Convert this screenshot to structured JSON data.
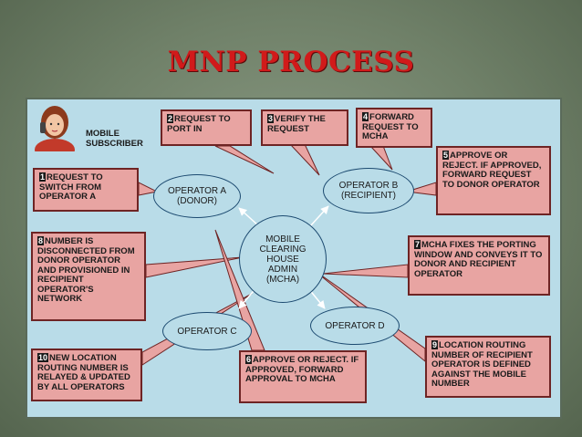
{
  "title": "MNP PROCESS",
  "subscriber": {
    "line1": "MOBILE",
    "line2": "SUBSCRIBER"
  },
  "nodes": {
    "donor": {
      "line1": "OPERATOR A",
      "line2": "(DONOR)"
    },
    "recipient": {
      "line1": "OPERATOR B",
      "line2": "(RECIPIENT)"
    },
    "mcha": {
      "line1": "MOBILE",
      "line2": "CLEARING",
      "line3": "HOUSE",
      "line4": "ADMIN",
      "line5": "(MCHA)"
    },
    "operator_c": {
      "line1": "OPERATOR C"
    },
    "operator_d": {
      "line1": "OPERATOR D"
    }
  },
  "steps": [
    {
      "num": "1",
      "text": "REQUEST TO SWITCH FROM OPERATOR A"
    },
    {
      "num": "2",
      "text": "REQUEST TO PORT IN"
    },
    {
      "num": "3",
      "text": "VERIFY THE REQUEST"
    },
    {
      "num": "4",
      "text": "FORWARD REQUEST TO MCHA"
    },
    {
      "num": "5",
      "text": "APPROVE OR REJECT. IF APPROVED, FORWARD REQUEST TO DONOR OPERATOR"
    },
    {
      "num": "6",
      "text": "APPROVE OR REJECT. IF APPROVED, FORWARD APPROVAL TO MCHA"
    },
    {
      "num": "7",
      "text": "MCHA FIXES THE PORTING WINDOW AND CONVEYS IT TO DONOR AND RECIPIENT OPERATOR"
    },
    {
      "num": "8",
      "text": "NUMBER IS DISCONNECTED FROM DONOR OPERATOR AND PROVISIONED IN RECIPIENT OPERATOR'S NETWORK"
    },
    {
      "num": "9",
      "text": "LOCATION ROUTING NUMBER OF RECIPIENT OPERATOR IS DEFINED AGAINST THE MOBILE NUMBER"
    },
    {
      "num": "10",
      "text": "NEW LOCATION ROUTING NUMBER IS RELAYED & UPDATED BY ALL OPERATORS"
    }
  ],
  "colors": {
    "title": "#d11a1a",
    "panel": "#b9dce8",
    "callout": "#e8a4a2",
    "callout_border": "#6e2424",
    "ellipse_border": "#1c4a70"
  }
}
